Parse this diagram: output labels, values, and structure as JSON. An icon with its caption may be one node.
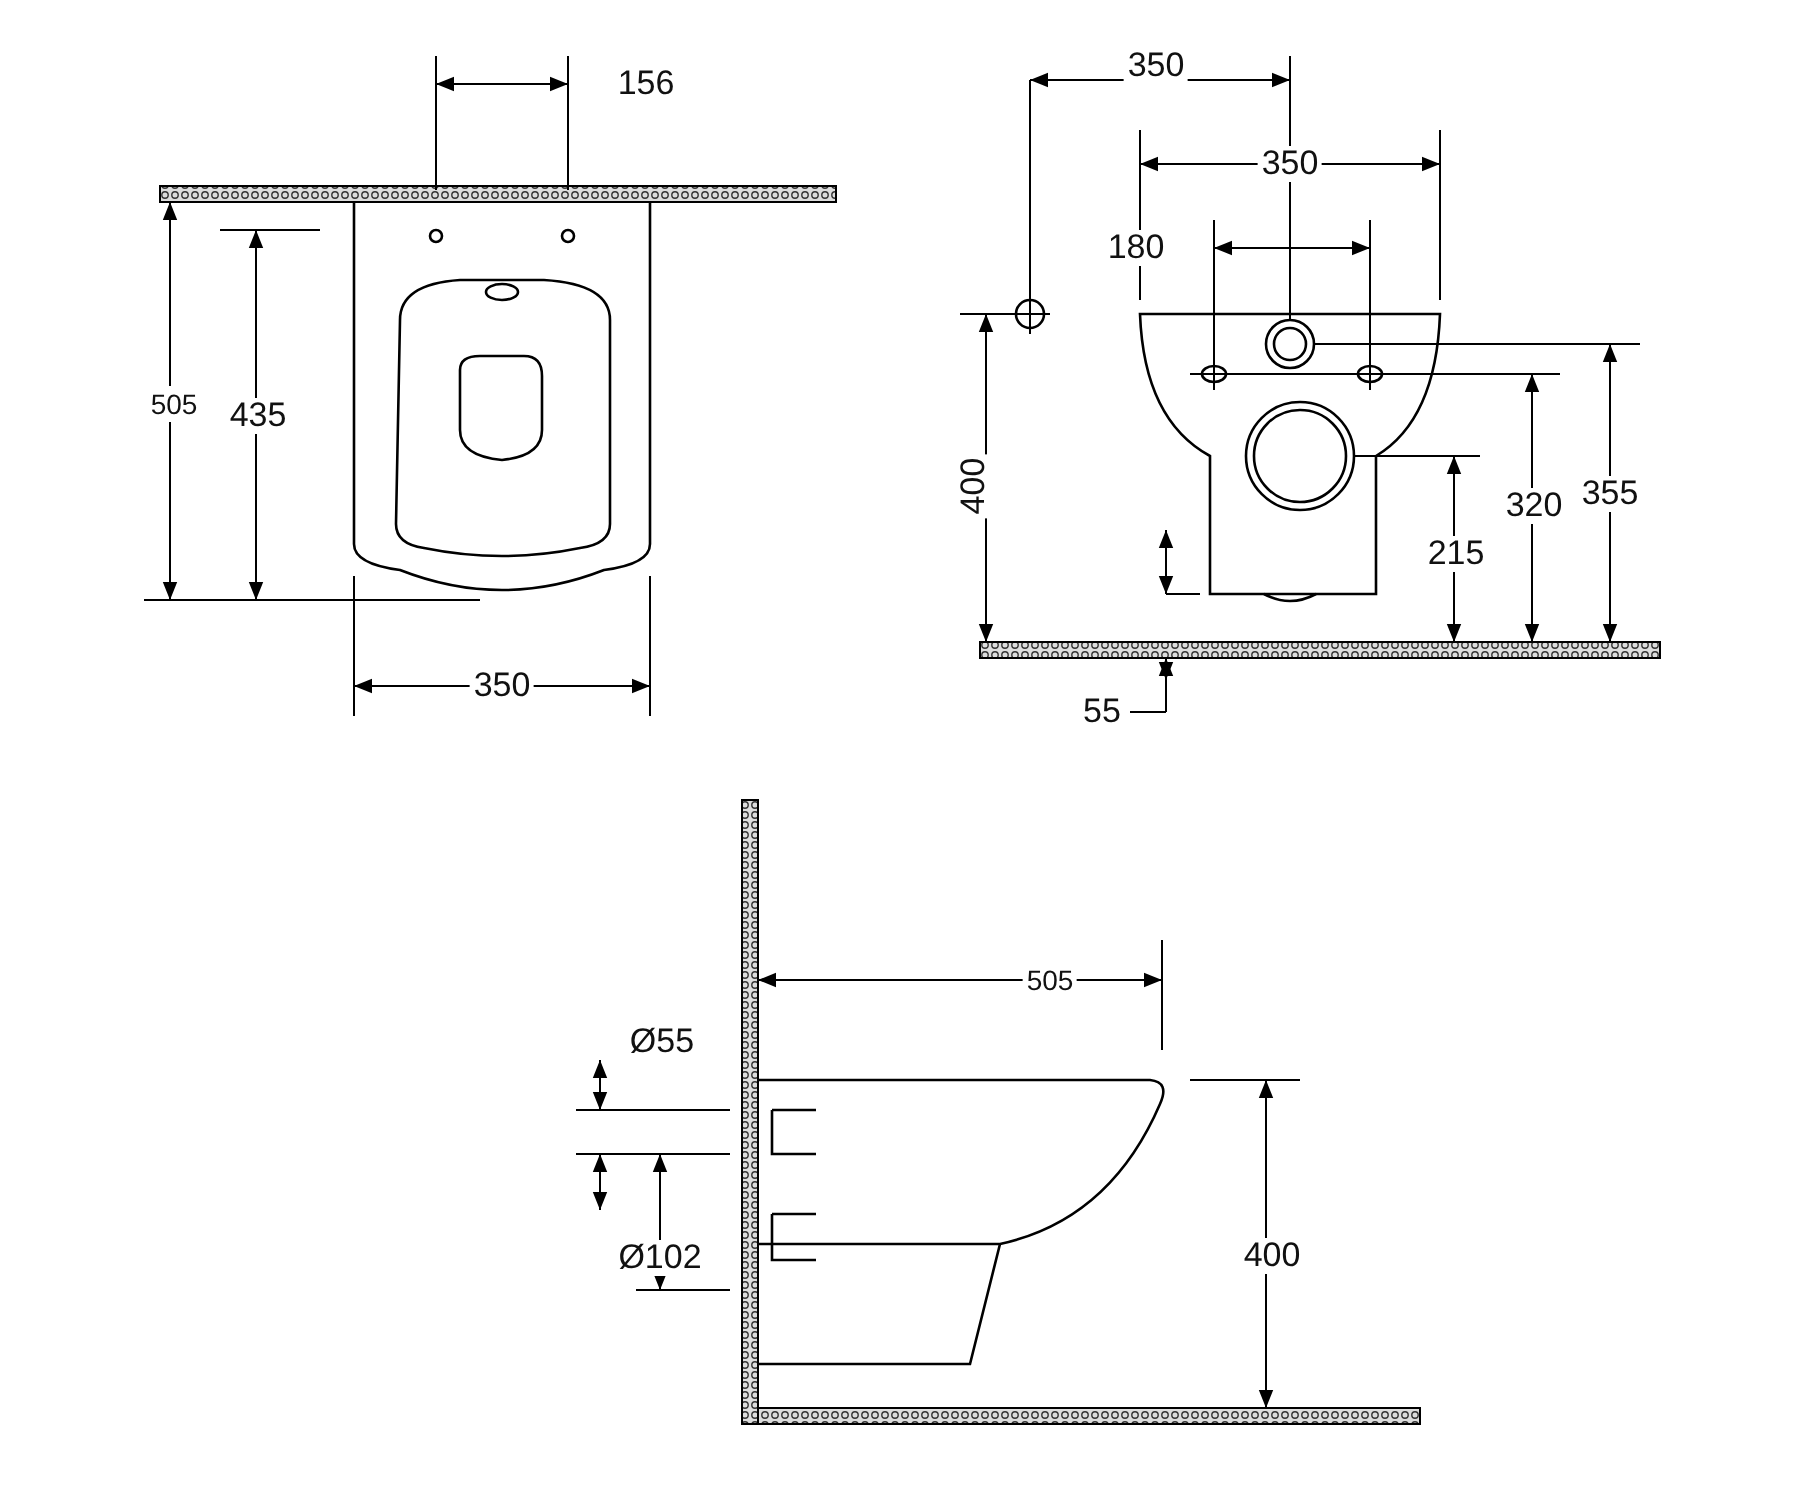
{
  "diagram": {
    "labels": [
      "156",
      "350",
      "350",
      "180",
      "505",
      "435",
      "400",
      "215",
      "320",
      "355",
      "350",
      "55",
      "505",
      "Ø55",
      "Ø102",
      "400"
    ]
  }
}
